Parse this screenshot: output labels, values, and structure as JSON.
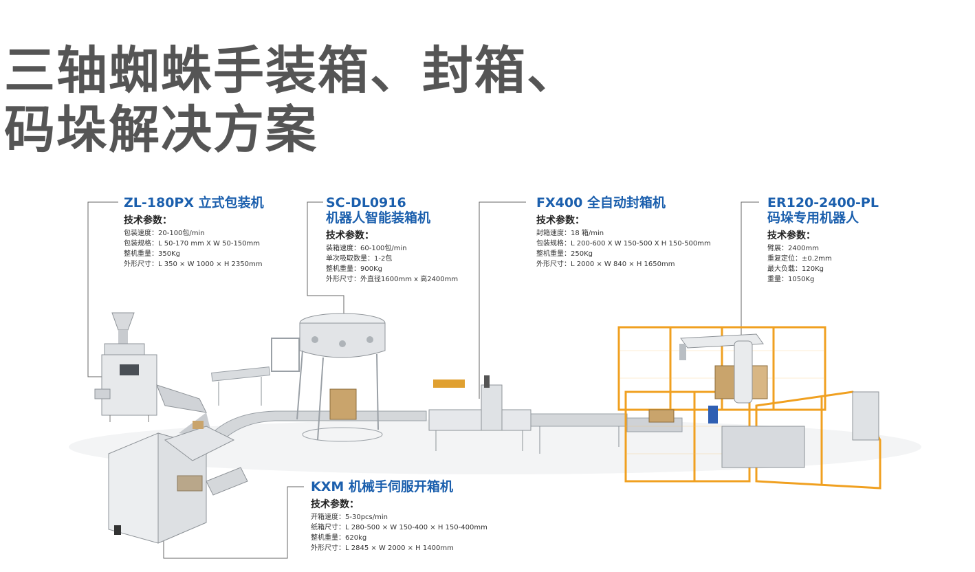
{
  "title": {
    "line1": "三轴蜘蛛手装箱、封箱、",
    "line2": "码垛解决方案"
  },
  "colors": {
    "title": "#555555",
    "machine_name": "#1b5fad",
    "fence": "#f0a020",
    "machine_body": "#e6e8ea"
  },
  "param_heading": "技术参数：",
  "machines": [
    {
      "name": [
        "ZL-180PX 立式包装机"
      ],
      "specs": [
        "包装速度：20-100包/min",
        "包装规格：L 50-170 mm X W 50-150mm",
        "整机重量：350Kg",
        "外形尺寸：L 350 × W 1000 × H 2350mm"
      ]
    },
    {
      "name": [
        "SC-DL0916",
        "机器人智能装箱机"
      ],
      "specs": [
        "装箱速度：60-100包/min",
        "单次吸取数量：1-2包",
        "整机重量：900Kg",
        "外形尺寸：外直径1600mm x 高2400mm"
      ]
    },
    {
      "name": [
        "FX400 全自动封箱机"
      ],
      "specs": [
        "封箱速度：18 箱/min",
        "包装规格：L 200-600 X W 150-500 X H 150-500mm",
        "整机重量：250Kg",
        "外形尺寸：L 2000 × W 840 × H 1650mm"
      ]
    },
    {
      "name": [
        "ER120-2400-PL",
        "码垛专用机器人"
      ],
      "specs": [
        "臂展：2400mm",
        "重复定位：±0.2mm",
        "最大负载：120Kg",
        "重量：1050Kg"
      ]
    },
    {
      "name": [
        "KXM 机械手伺服开箱机"
      ],
      "specs": [
        "开箱速度：5-30pcs/min",
        "纸箱尺寸：L 280-500 × W 150-400 × H 150-400mm",
        "整机重量：620kg",
        "外形尺寸：L 2845 × W 2000 × H 1400mm"
      ]
    }
  ]
}
